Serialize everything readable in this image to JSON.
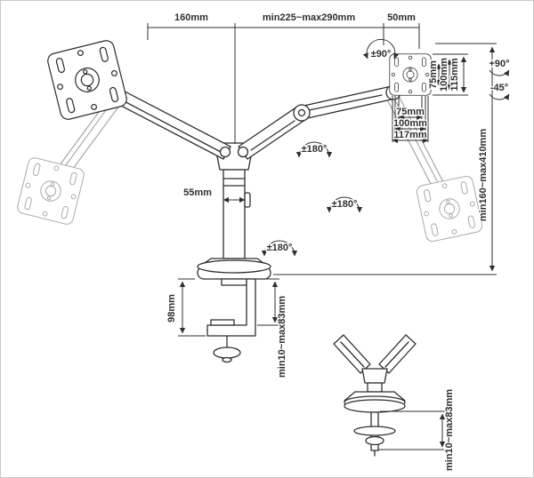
{
  "colors": {
    "line": "#2f2f2f",
    "ghost": "#a6a6a6",
    "bg": "#ffffff"
  },
  "dimensions": {
    "top": {
      "d160": "160mm",
      "d225": "min225~max290mm",
      "d50": "50mm"
    },
    "vesa": {
      "v75": "75mm",
      "v100": "100mm",
      "h75": "75mm",
      "h100": "100mm",
      "h117": "117mm",
      "h115": "115mm"
    },
    "pole": {
      "d55": "55mm"
    },
    "clamp": {
      "d98": "98mm",
      "range": "min10~max83mm"
    },
    "height": {
      "range": "min160~max410mm"
    },
    "grommet": {
      "range": "min10~max83mm"
    }
  },
  "rotations": {
    "pm90": "±90°",
    "p90": "+90°",
    "m45": "-45°",
    "pm180_arm": "±180°",
    "pm180_forearm": "±180°",
    "pm180_base": "±180°"
  }
}
